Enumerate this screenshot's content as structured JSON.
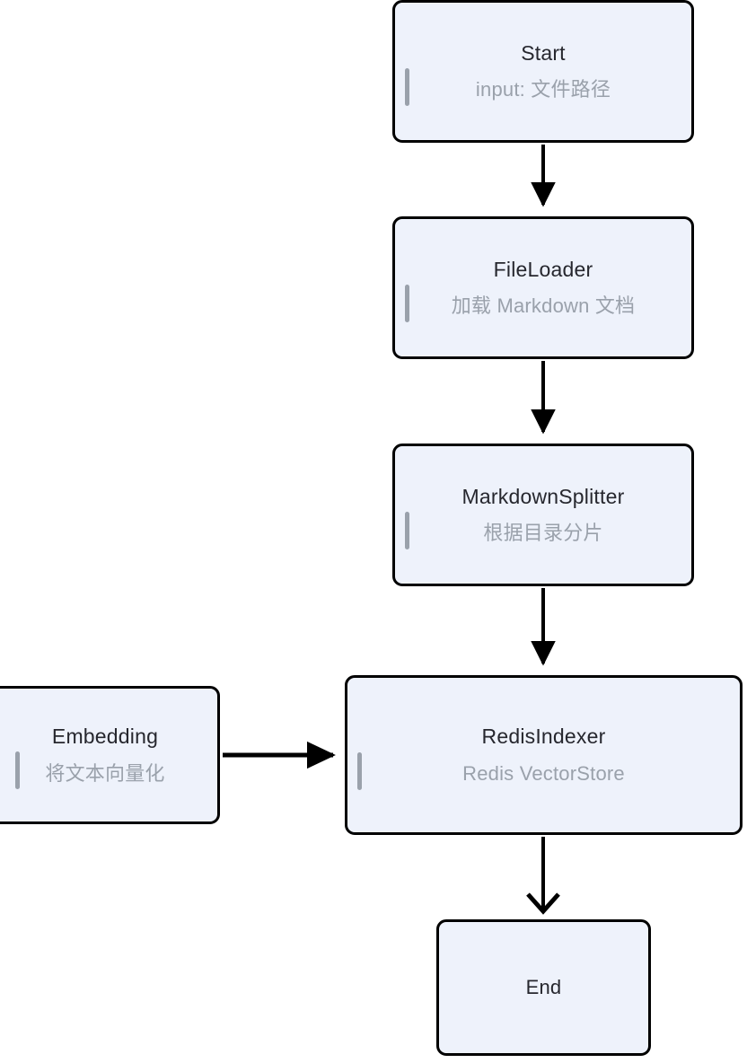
{
  "diagram": {
    "type": "flowchart",
    "direction": "top-to-bottom",
    "background_color": "#ffffff",
    "node_fill_color": "#eef2fb",
    "node_border_color": "#000000",
    "title_text_color": "#26272e",
    "subtitle_text_color": "#9aa1ab",
    "arrow_color": "#000000"
  },
  "nodes": [
    {
      "id": "start",
      "title": "Start",
      "subtitle": "input: 文件路径",
      "has_accent_bar": true
    },
    {
      "id": "fileloader",
      "title": "FileLoader",
      "subtitle": "加载 Markdown 文档",
      "has_accent_bar": true
    },
    {
      "id": "splitter",
      "title": "MarkdownSplitter",
      "subtitle": "根据目录分片",
      "has_accent_bar": true
    },
    {
      "id": "redis",
      "title": "RedisIndexer",
      "subtitle": "Redis VectorStore",
      "has_accent_bar": true
    },
    {
      "id": "embedding",
      "title": "Embedding",
      "subtitle": "将文本向量化",
      "has_accent_bar": true
    },
    {
      "id": "end",
      "title": "End",
      "subtitle": "",
      "has_accent_bar": false
    }
  ],
  "edges": [
    {
      "id": "e1",
      "from": "start",
      "to": "fileloader",
      "label": "",
      "arrowhead": "filled-triangle"
    },
    {
      "id": "e2",
      "from": "fileloader",
      "to": "splitter",
      "label": "",
      "arrowhead": "filled-triangle"
    },
    {
      "id": "e3",
      "from": "splitter",
      "to": "redis",
      "label": "",
      "arrowhead": "filled-triangle"
    },
    {
      "id": "e4",
      "from": "embedding",
      "to": "redis",
      "label": "",
      "arrowhead": "filled-triangle"
    },
    {
      "id": "e5",
      "from": "redis",
      "to": "end",
      "label": "",
      "arrowhead": "chevron"
    }
  ]
}
